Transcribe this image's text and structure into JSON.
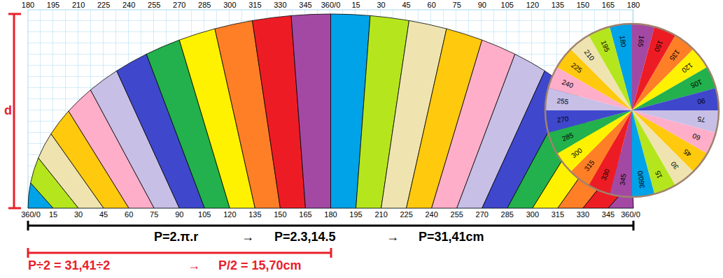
{
  "diagram": {
    "labels": [
      "d",
      "180",
      "195",
      "210",
      "225",
      "240",
      "255",
      "270",
      "285",
      "300",
      "315",
      "330",
      "345",
      "360/0",
      "15",
      "30",
      "45",
      "60",
      "75",
      "90",
      "105",
      "120",
      "135",
      "150",
      "165",
      "180",
      "360/0",
      "15",
      "30",
      "45",
      "60",
      "75",
      "90",
      "105",
      "120",
      "135",
      "150",
      "165",
      "180",
      "195",
      "210",
      "225",
      "240",
      "255",
      "270",
      "285",
      "300",
      "315",
      "330",
      "345",
      "360/0",
      "180",
      "165",
      "150",
      "135",
      "120",
      "105",
      "90",
      "75",
      "60",
      "45",
      "30",
      "15",
      "360/0",
      "345",
      "330",
      "315",
      "300",
      "285",
      "270",
      "255",
      "240",
      "225",
      "210",
      "195",
      "P=2.π.r",
      "→",
      "P=2.3,14.5",
      "→",
      "P=31,41cm",
      "P÷2 = 31,41÷2",
      "→",
      "P/2 = 15,70cm"
    ]
  }
}
